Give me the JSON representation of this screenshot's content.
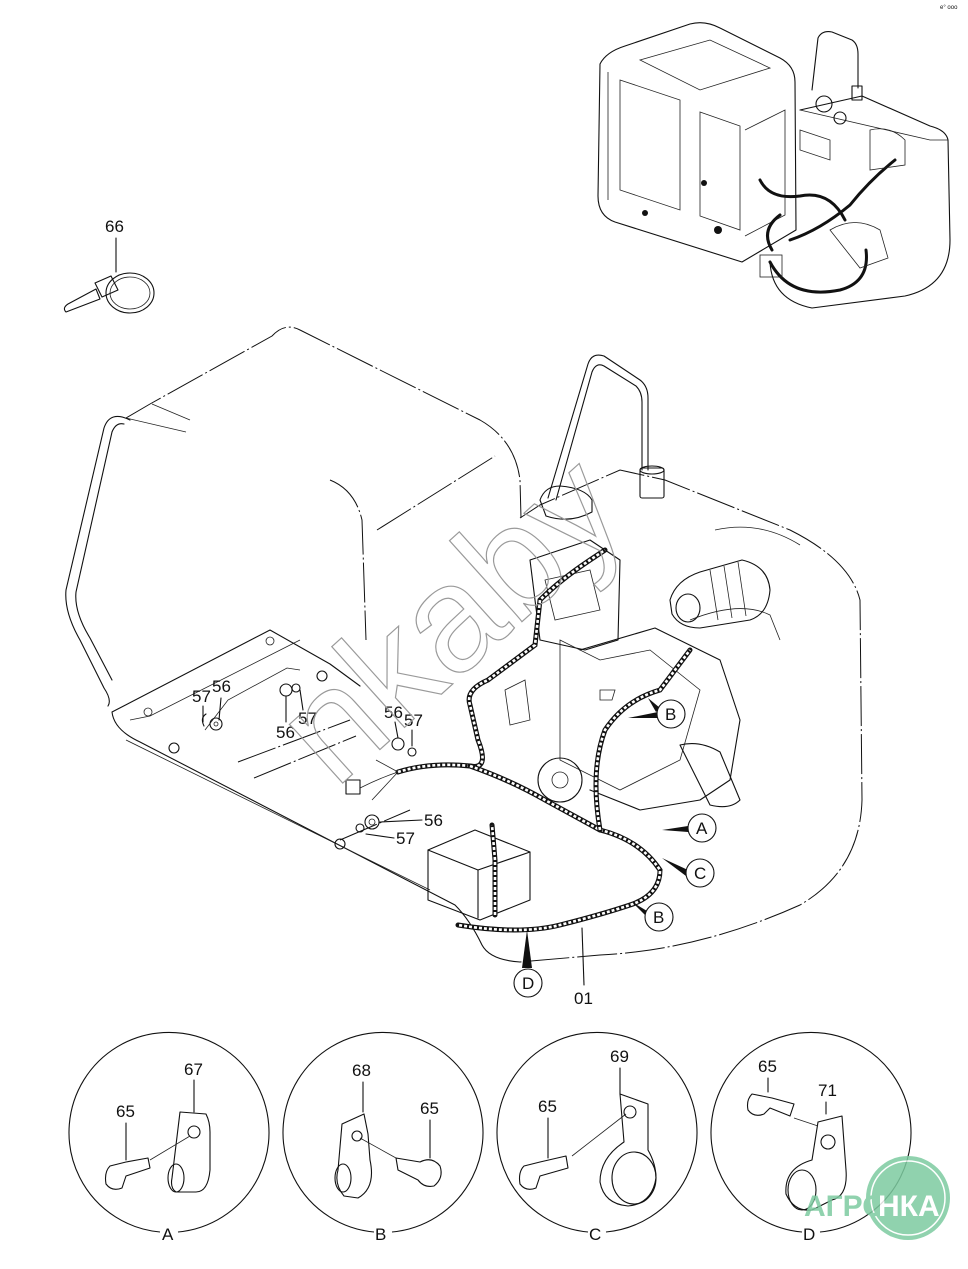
{
  "page_corner_mark": "e° ooo",
  "watermark": {
    "text": "nkaby",
    "color": "#9a9a9a"
  },
  "logo": {
    "text_left": "АГРО",
    "text_right": "НКА",
    "color": "#7dcba0"
  },
  "main_view": {
    "loose_part": {
      "part_no": "66",
      "name": "cable-tie"
    },
    "callouts": [
      {
        "id": "c57a",
        "label": "57"
      },
      {
        "id": "c56a",
        "label": "56"
      },
      {
        "id": "c56b",
        "label": "56"
      },
      {
        "id": "c57b",
        "label": "57"
      },
      {
        "id": "c56c",
        "label": "56"
      },
      {
        "id": "c57c",
        "label": "57"
      },
      {
        "id": "c56d",
        "label": "56"
      },
      {
        "id": "c57d",
        "label": "57"
      },
      {
        "id": "c01",
        "label": "01"
      }
    ],
    "detail_refs": [
      {
        "id": "refB1",
        "label": "B"
      },
      {
        "id": "refA",
        "label": "A"
      },
      {
        "id": "refC",
        "label": "C"
      },
      {
        "id": "refB2",
        "label": "B"
      },
      {
        "id": "refD",
        "label": "D"
      }
    ]
  },
  "details": [
    {
      "view": "A",
      "clamp_part": "67",
      "bolt_part": "65"
    },
    {
      "view": "B",
      "clamp_part": "68",
      "bolt_part": "65"
    },
    {
      "view": "C",
      "clamp_part": "69",
      "bolt_part": "65"
    },
    {
      "view": "D",
      "clamp_part": "71",
      "bolt_part": "65"
    }
  ]
}
